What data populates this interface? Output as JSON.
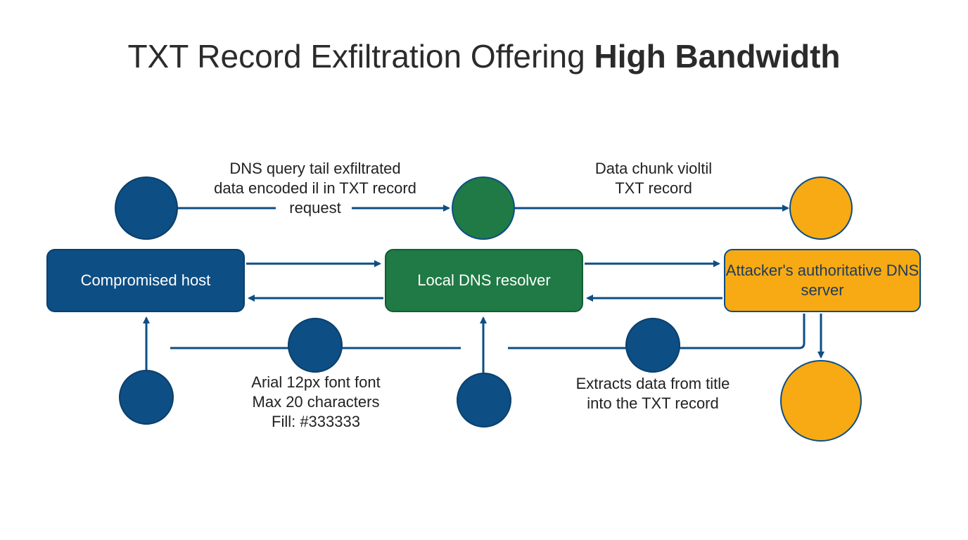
{
  "title": {
    "prefix": "TXT Record Exfiltration Offering",
    "emphasis": "High Bandwidth"
  },
  "nodes": {
    "host": {
      "label": "Compromised host",
      "color": "#0d4e84"
    },
    "resolver": {
      "label": "Local DNS resolver",
      "color": "#1f7a45"
    },
    "attacker": {
      "label": "Attacker's authoritative DNS server",
      "color": "#f7aa13"
    }
  },
  "labels": {
    "query": [
      "DNS query tail exfiltrated",
      "data encoded il in TXT record",
      "request"
    ],
    "chunk": [
      "Data chunk violtil",
      "TXT record"
    ],
    "font_note": [
      "Arial 12px font font",
      "Max 20 characters",
      "Fill: #333333"
    ],
    "extract": [
      "Extracts data from title",
      "into the TXT record"
    ]
  },
  "colors": {
    "arrow": "#0d4e84",
    "host": "#0d4e84",
    "resolver": "#1f7a45",
    "attacker": "#f7aa13",
    "text": "#2b2b2b"
  }
}
